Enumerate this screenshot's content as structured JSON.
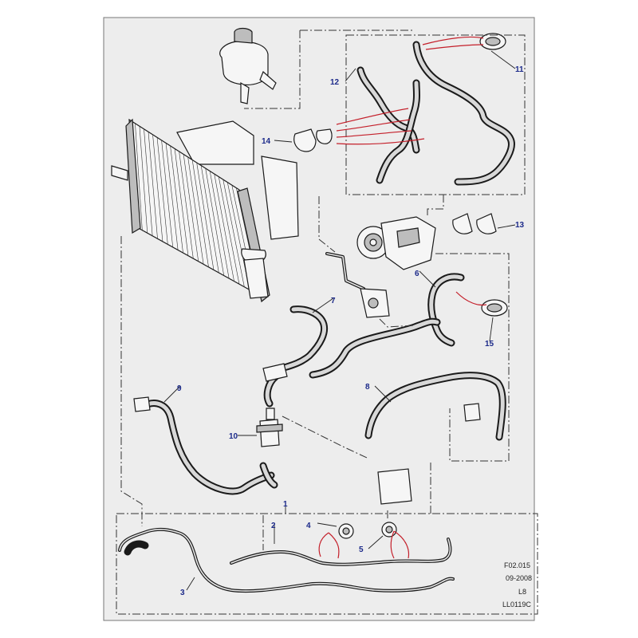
{
  "callouts": {
    "c1": "1",
    "c2": "2",
    "c3": "3",
    "c4": "4",
    "c5": "5",
    "c6": "6",
    "c7": "7",
    "c8": "8",
    "c9": "9",
    "c10": "10",
    "c11": "11",
    "c12": "12",
    "c13": "13",
    "c14": "14",
    "c15": "15"
  },
  "codes": {
    "figure": "F02.015",
    "date": "09-2008",
    "variant": "L8",
    "drawing": "LL0119C"
  },
  "colors": {
    "callout": "#1c2a8a",
    "leader_red": "#c41f2a",
    "background": "#ededed"
  }
}
